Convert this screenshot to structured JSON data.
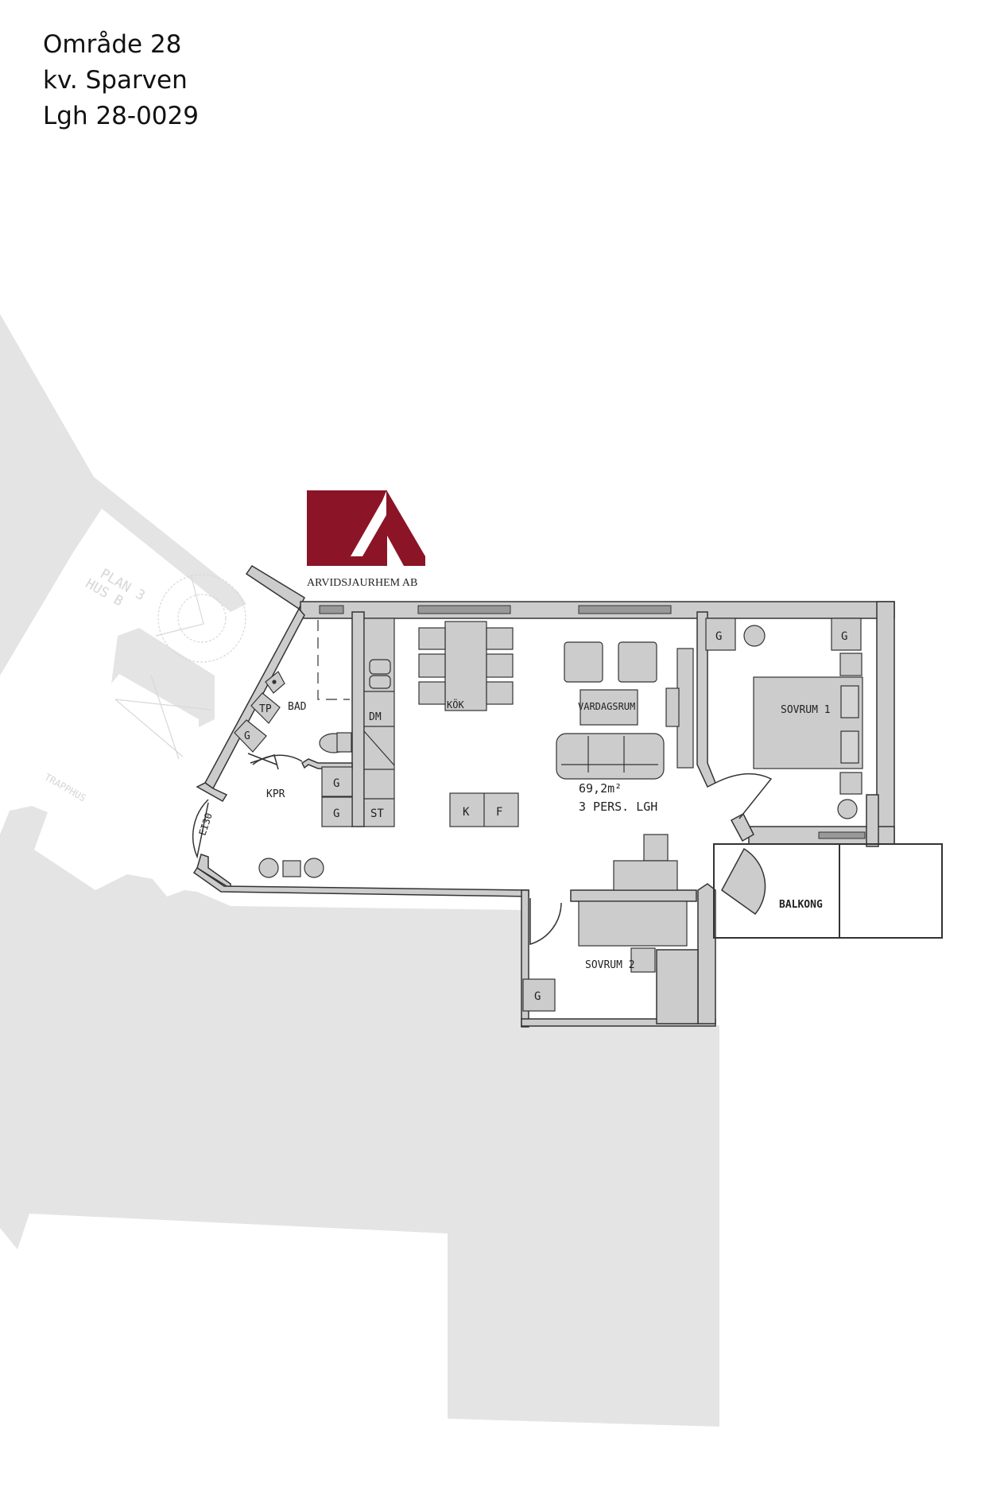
{
  "header": {
    "area": "Område 28",
    "block": "kv. Sparven",
    "apartment": "Lgh 28-0029"
  },
  "logo": {
    "company": "ARVIDSJAURHEM AB",
    "color": "#8b1426"
  },
  "plan": {
    "context_labels": {
      "plan": "PLAN 3",
      "house": "HUS B",
      "stairwell": "TRAPPHUS"
    },
    "rooms": {
      "bathroom": "BAD",
      "closet": "KPR",
      "kitchen": "KÖK",
      "living_room": "VARDAGSRUM",
      "bedroom_1": "SOVRUM 1",
      "bedroom_2": "SOVRUM 2",
      "balcony": "BALKONG"
    },
    "summary": {
      "area": "69,2m²",
      "occupancy": "3 PERS. LGH"
    },
    "fixtures": {
      "wardrobe": "G",
      "dryer": "TP",
      "dishwasher": "DM",
      "stove": "ST",
      "fridge": "K",
      "freezer": "F",
      "entry_door": "EI30"
    },
    "colors": {
      "context_gray": "#e4e4e4",
      "wall_fill": "#cccccc",
      "line": "#333333"
    }
  }
}
